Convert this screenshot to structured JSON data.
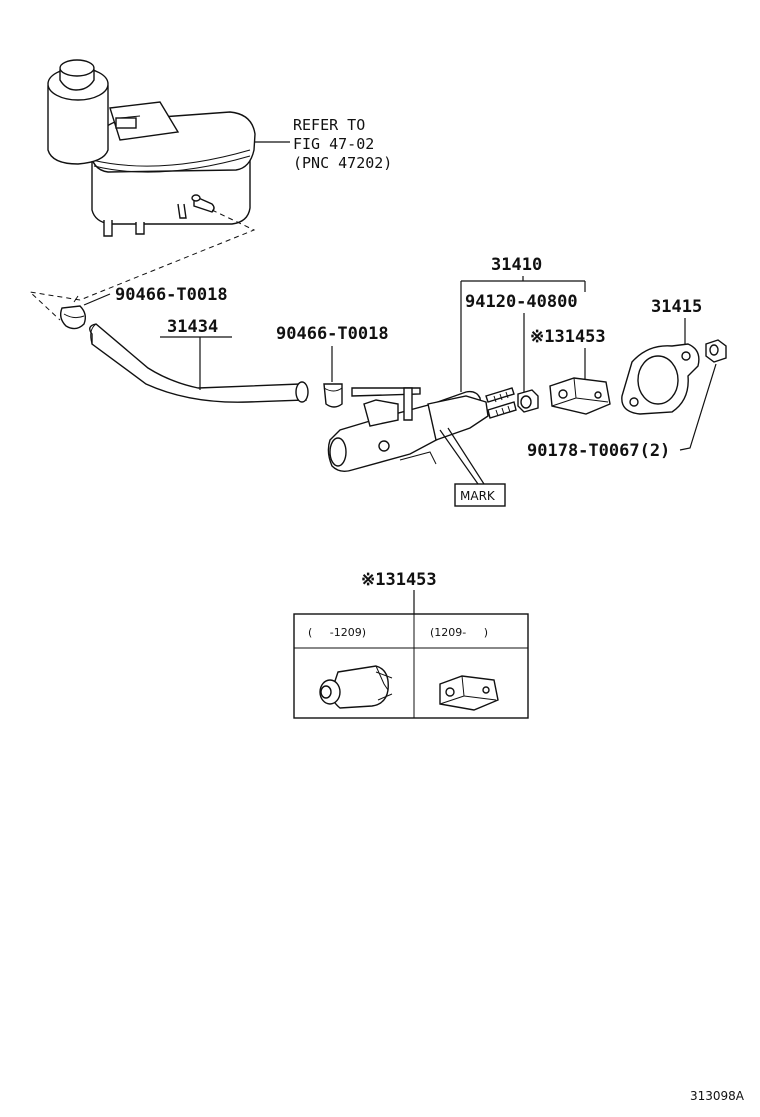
{
  "labels": {
    "refer_line1": "REFER TO",
    "refer_line2": "FIG 47-02",
    "refer_line3": "(PNC 47202)",
    "clamp_left": "90466-T0018",
    "hose": "31434",
    "clamp_right": "90466-T0018",
    "master_cylinder": "31410",
    "stud": "94120-40800",
    "clevis_upper": "※131453",
    "gasket": "31415",
    "nut": "90178-T0067(2)",
    "mark": "MARK",
    "clevis_table_title": "※131453",
    "table_col1": "(     -1209)",
    "table_col2": "(1209-     )",
    "illustration_code": "313098A"
  }
}
